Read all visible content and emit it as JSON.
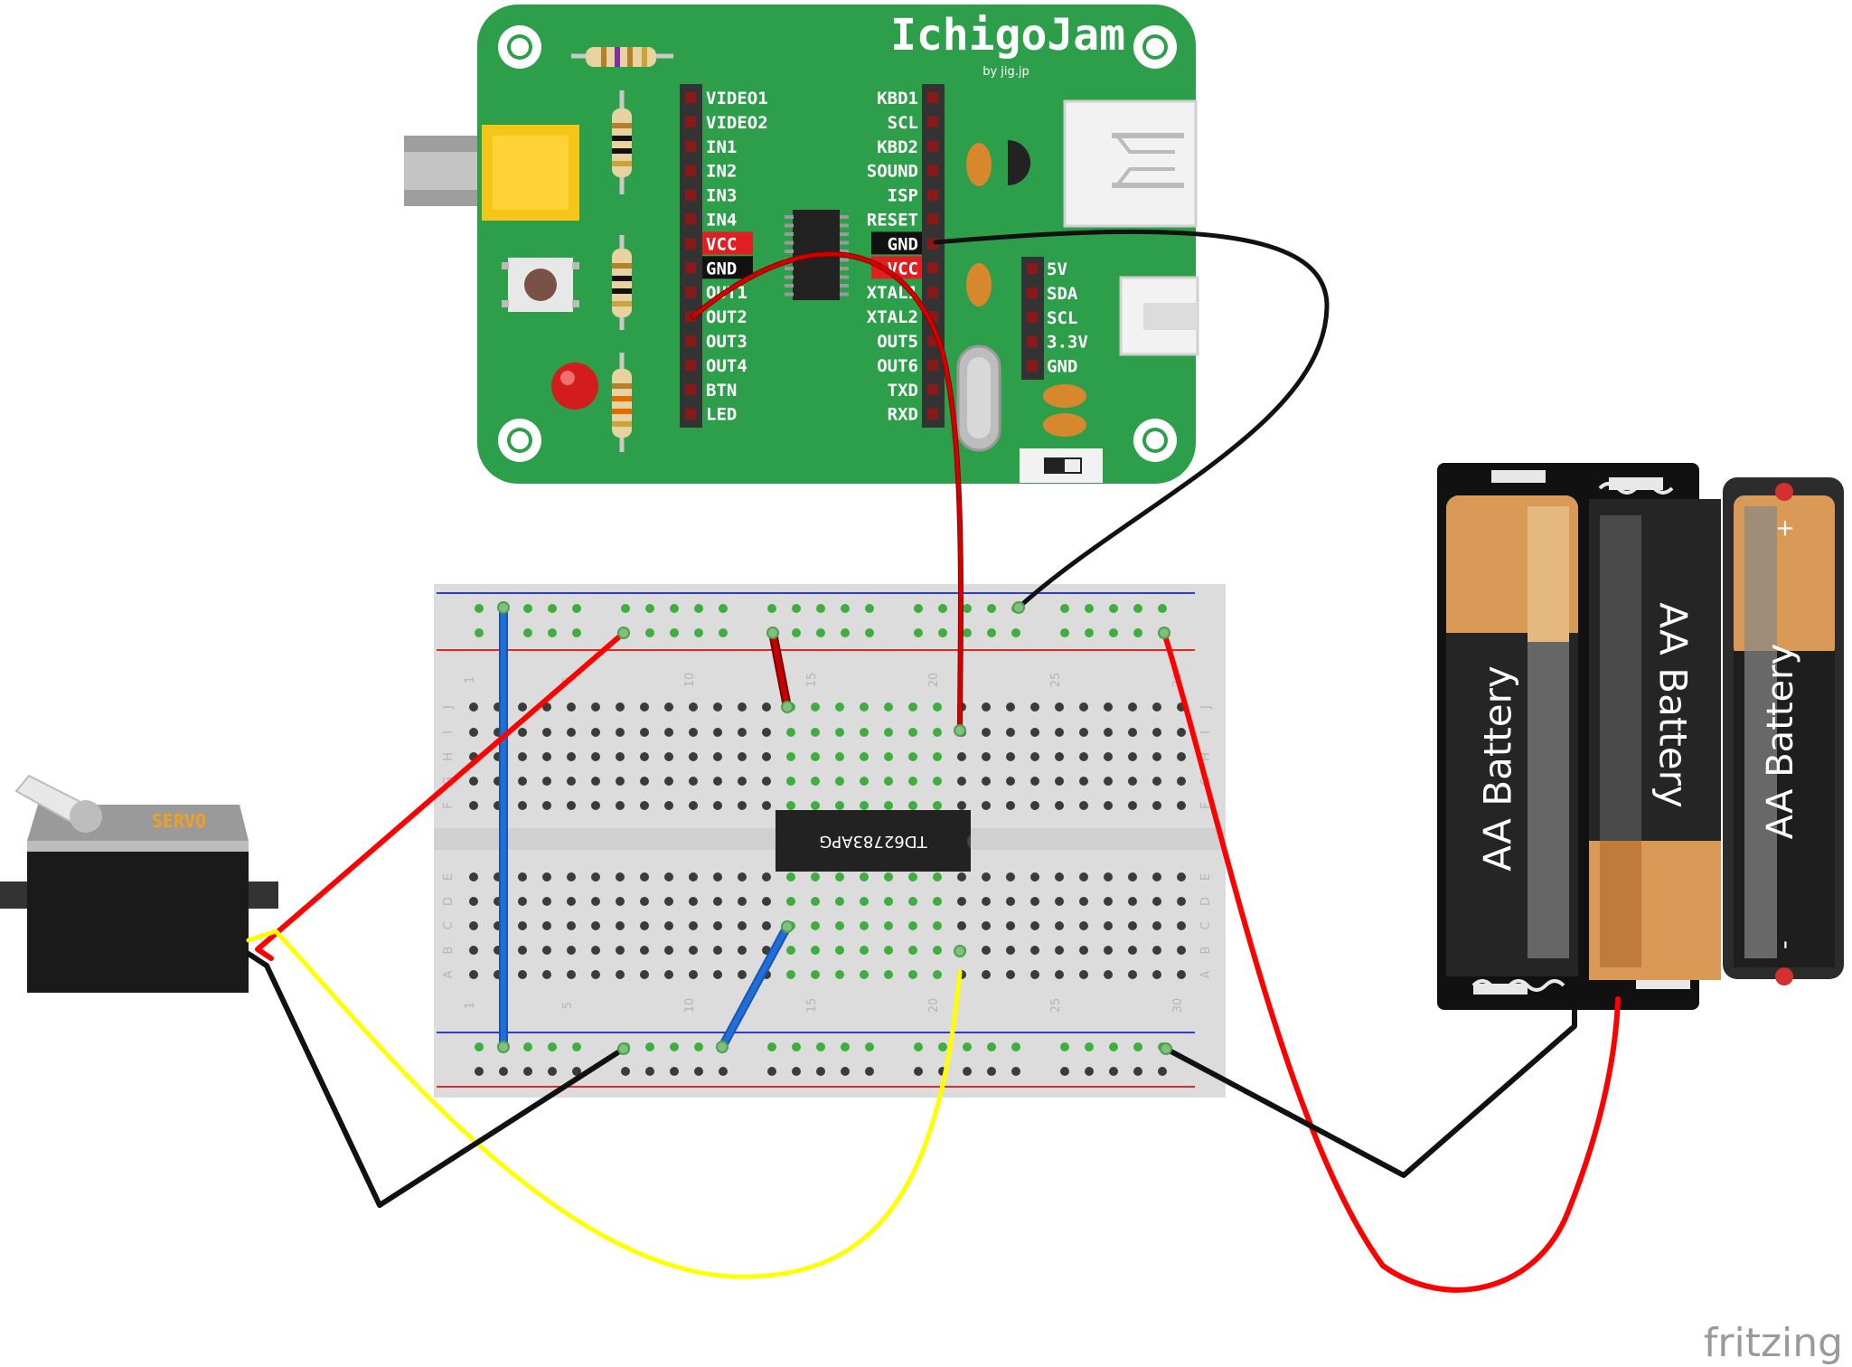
{
  "board": {
    "logo": "IchigoJam",
    "byline": "by jig.jp",
    "left_header": [
      "VIDEO1",
      "VIDEO2",
      "IN1",
      "IN2",
      "IN3",
      "IN4",
      "VCC",
      "GND",
      "OUT1",
      "OUT2",
      "OUT3",
      "OUT4",
      "BTN",
      "LED"
    ],
    "right_header": [
      "KBD1",
      "SCL",
      "KBD2",
      "SOUND",
      "ISP",
      "RESET",
      "GND",
      "VCC",
      "XTAL1",
      "XTAL2",
      "OUT5",
      "OUT6",
      "TXD",
      "RXD"
    ],
    "aux_header": [
      "5V",
      "SDA",
      "SCL",
      "3.3V",
      "GND"
    ]
  },
  "breadboard": {
    "column_numbers": [
      "1",
      "5",
      "10",
      "15",
      "20",
      "25",
      "30"
    ],
    "row_letters_top": [
      "J",
      "I",
      "H",
      "G",
      "F"
    ],
    "row_letters_bottom": [
      "E",
      "D",
      "C",
      "B",
      "A"
    ]
  },
  "ic_label": "TD62783APG",
  "servo_label": "SERVO",
  "batteries": [
    {
      "label": "AA Battery"
    },
    {
      "label": "AA Battery"
    },
    {
      "label": "AA Battery",
      "plus": "+",
      "minus": "-"
    }
  ],
  "watermark": "fritzing",
  "colors": {
    "pcb": "#2d9e4a",
    "wire_red": "#ff0000",
    "wire_black": "#111111",
    "wire_yellow": "#ffff00",
    "wire_blue": "#1f6fd6",
    "wire_darkred": "#c40000"
  }
}
